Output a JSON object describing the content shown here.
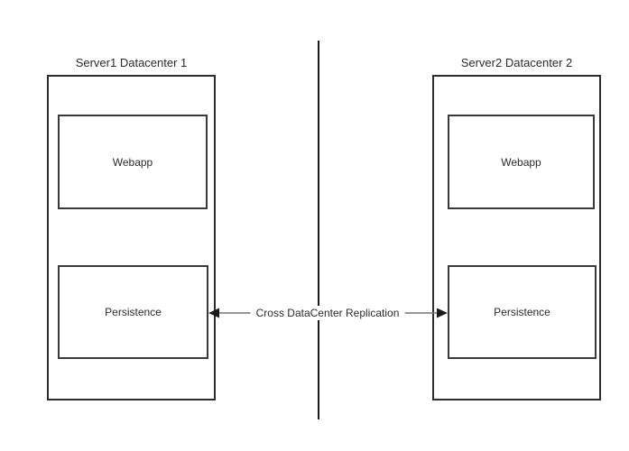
{
  "diagram": {
    "datacenters": {
      "left": {
        "title": "Server1 Datacenter 1",
        "components": {
          "webapp": "Webapp",
          "persistence": "Persistence"
        }
      },
      "right": {
        "title": "Server2 Datacenter 2",
        "components": {
          "webapp": "Webapp",
          "persistence": "Persistence"
        }
      }
    },
    "replication_arrow": {
      "label": "Cross DataCenter Replication",
      "direction": "bidirectional"
    },
    "colors": {
      "background": "#ffffff",
      "box_border": "#2d2d2d",
      "node_border": "#3a3a3a",
      "divider": "#1a1a1a",
      "arrow_shaft": "#757575",
      "arrow_head": "#1a1a1a",
      "text": "#2b2b2b"
    }
  }
}
